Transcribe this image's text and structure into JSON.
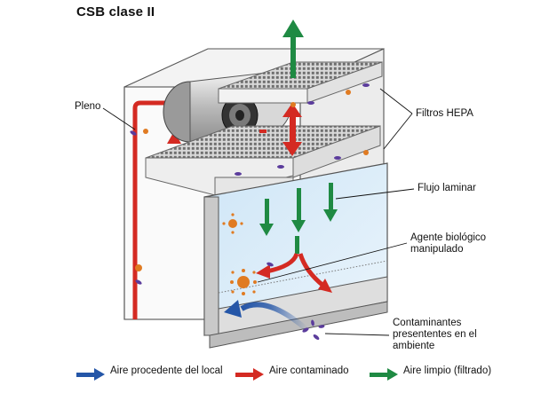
{
  "title": "CSB clase II",
  "labels": {
    "plenum": "Pleno",
    "hepa": "Filtros HEPA",
    "laminar": "Flujo laminar",
    "agent": "Agente biológico manipulado",
    "contaminants": "Contaminantes presententes en el ambiente"
  },
  "legend": [
    {
      "label": "Aire procedente del local",
      "color": "#2456a8"
    },
    {
      "label": "Aire contaminado",
      "color": "#d42a22"
    },
    {
      "label": "Aire limpio (filtrado)",
      "color": "#1f8a43"
    }
  ],
  "icons": {
    "agent": "virus-particle-icon",
    "contaminant": "bacteria-icon",
    "blower": "fan-motor-icon"
  }
}
